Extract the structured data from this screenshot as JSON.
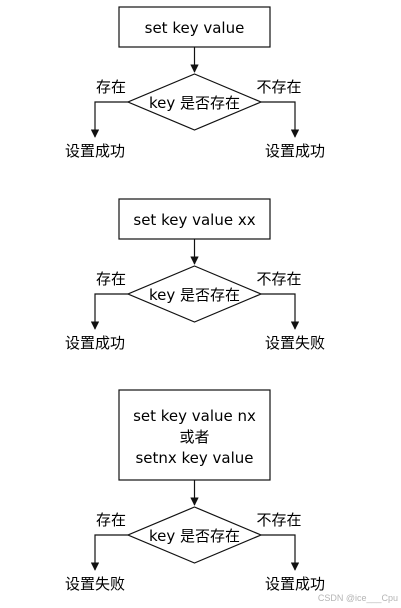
{
  "flowcharts": [
    {
      "box_lines": [
        "set key value"
      ],
      "condition": "key 是否存在",
      "left_branch": "存在",
      "right_branch": "不存在",
      "left_outcome": "设置成功",
      "right_outcome": "设置成功"
    },
    {
      "box_lines": [
        "set key value xx"
      ],
      "condition": "key 是否存在",
      "left_branch": "存在",
      "right_branch": "不存在",
      "left_outcome": "设置成功",
      "right_outcome": "设置失败"
    },
    {
      "box_lines": [
        "set key value nx",
        "或者",
        "setnx key value"
      ],
      "condition": "key 是否存在",
      "left_branch": "存在",
      "right_branch": "不存在",
      "left_outcome": "设置失败",
      "right_outcome": "设置成功"
    }
  ],
  "watermark": "CSDN @ice___Cpu"
}
